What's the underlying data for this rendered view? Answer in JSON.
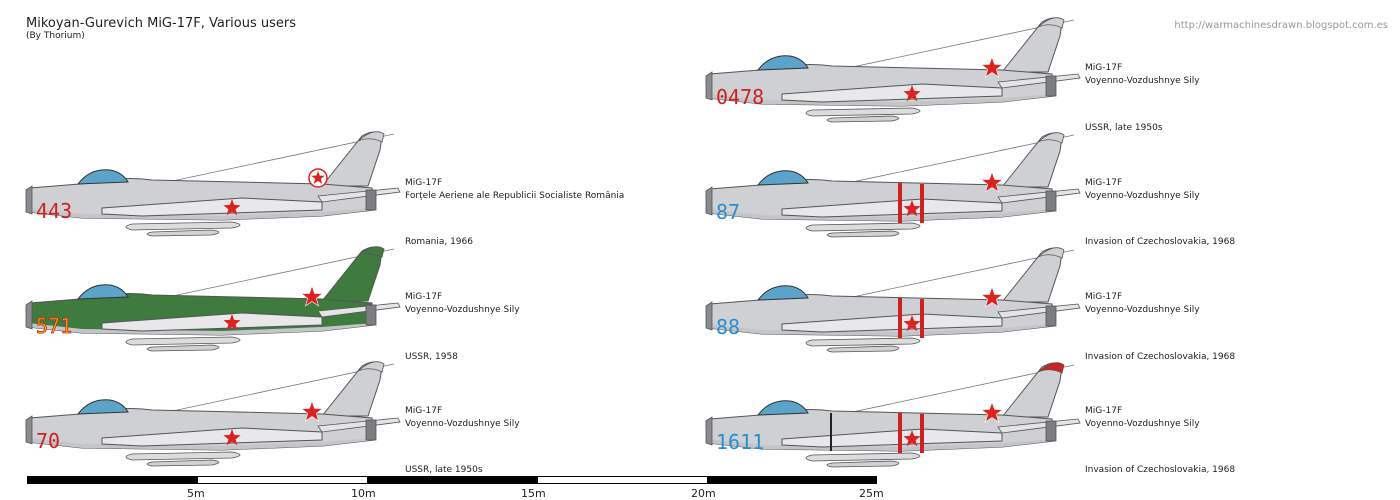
{
  "header": {
    "title": "Mikoyan-Gurevich MiG-17F, Various users",
    "subtitle": "(By Thorium)",
    "url": "http://warmachinesdrawn.blogspot.com.es"
  },
  "aircraft": [
    {
      "code": "443",
      "line1": "MiG-17F",
      "line2": "Forțele Aeriene ale Republicii Socialiste România",
      "caption": "Romania, 1966",
      "fuselage": "#cfd0d4",
      "fin": "#cfd0d4",
      "code_color": "#cc2222",
      "code_stroke": "none",
      "tip": "#cfd0d4",
      "stripes": "none",
      "tail_mark": "roundel-star"
    },
    {
      "code": "571",
      "line1": "MiG-17F",
      "line2": "Voyenno-Vozdushnye Sily",
      "caption": "USSR, 1958",
      "fuselage": "#3f7a3f",
      "fin": "#3f7a3f",
      "code_color": "#e8c000",
      "code_stroke": "#cc2222",
      "tip": "#3f7a3f",
      "stripes": "none",
      "tail_mark": "star"
    },
    {
      "code": "70",
      "line1": "MiG-17F",
      "line2": "Voyenno-Vozdushnye Sily",
      "caption": "USSR, late 1950s",
      "fuselage": "#cfd0d4",
      "fin": "#cfd0d4",
      "code_color": "#cc2222",
      "code_stroke": "none",
      "tip": "#cfd0d4",
      "stripes": "none",
      "tail_mark": "star"
    },
    {
      "code": "0478",
      "line1": "MiG-17F",
      "line2": "Voyenno-Vozdushnye Sily",
      "caption": "USSR, late 1950s",
      "fuselage": "#cfd0d4",
      "fin": "#cfd0d4",
      "code_color": "#cc2222",
      "code_stroke": "none",
      "tip": "#cfd0d4",
      "stripes": "none",
      "tail_mark": "star"
    },
    {
      "code": "87",
      "line1": "MiG-17F",
      "line2": "Voyenno-Vozdushnye Sily",
      "caption": "Invasion of Czechoslovakia, 1968",
      "fuselage": "#cfd0d4",
      "fin": "#cfd0d4",
      "code_color": "#2a8fd0",
      "code_stroke": "none",
      "tip": "#cfd0d4",
      "stripes": "red",
      "tail_mark": "star"
    },
    {
      "code": "88",
      "line1": "MiG-17F",
      "line2": "Voyenno-Vozdushnye Sily",
      "caption": "Invasion of Czechoslovakia, 1968",
      "fuselage": "#cfd0d4",
      "fin": "#cfd0d4",
      "code_color": "#2a8fd0",
      "code_stroke": "none",
      "tip": "#cfd0d4",
      "stripes": "red",
      "tail_mark": "star"
    },
    {
      "code": "1611",
      "line1": "MiG-17F",
      "line2": "Voyenno-Vozdushnye Sily",
      "caption": "Invasion of Czechoslovakia, 1968",
      "fuselage": "#cfd0d4",
      "fin": "#cfd0d4",
      "code_color": "#2a8fd0",
      "code_stroke": "none",
      "tip": "#cc2222",
      "stripes": "red-black",
      "tail_mark": "star"
    }
  ],
  "scale": {
    "ticks": [
      "5m",
      "10m",
      "15m",
      "20m",
      "25m"
    ]
  },
  "colors": {
    "star": "#dd2222",
    "canopy": "#5ba3c9",
    "outline": "#555555",
    "underside": "#c4c5c9"
  }
}
